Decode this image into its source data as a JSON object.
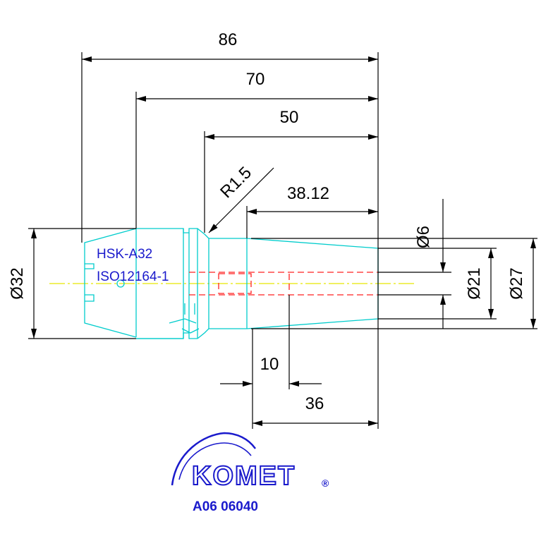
{
  "dimensions": {
    "length_86": "86",
    "length_70": "70",
    "length_50": "50",
    "radius": "R1.5",
    "length_38_12": "38.12",
    "dia_6": "Ø6",
    "dia_21": "Ø21",
    "dia_27": "Ø27",
    "dia_32": "Ø32",
    "length_10": "10",
    "length_36": "36"
  },
  "labels": {
    "standard_1": "HSK-A32",
    "standard_2": "ISO12164-1",
    "brand": "KOMET",
    "registered": "®",
    "article_number": "A06 06040"
  },
  "colors": {
    "outline": "#00cccc",
    "hidden_lines": "#ff2020",
    "center_line": "#e6e600",
    "text_blue": "#1a1acc",
    "dimension": "#000000"
  }
}
